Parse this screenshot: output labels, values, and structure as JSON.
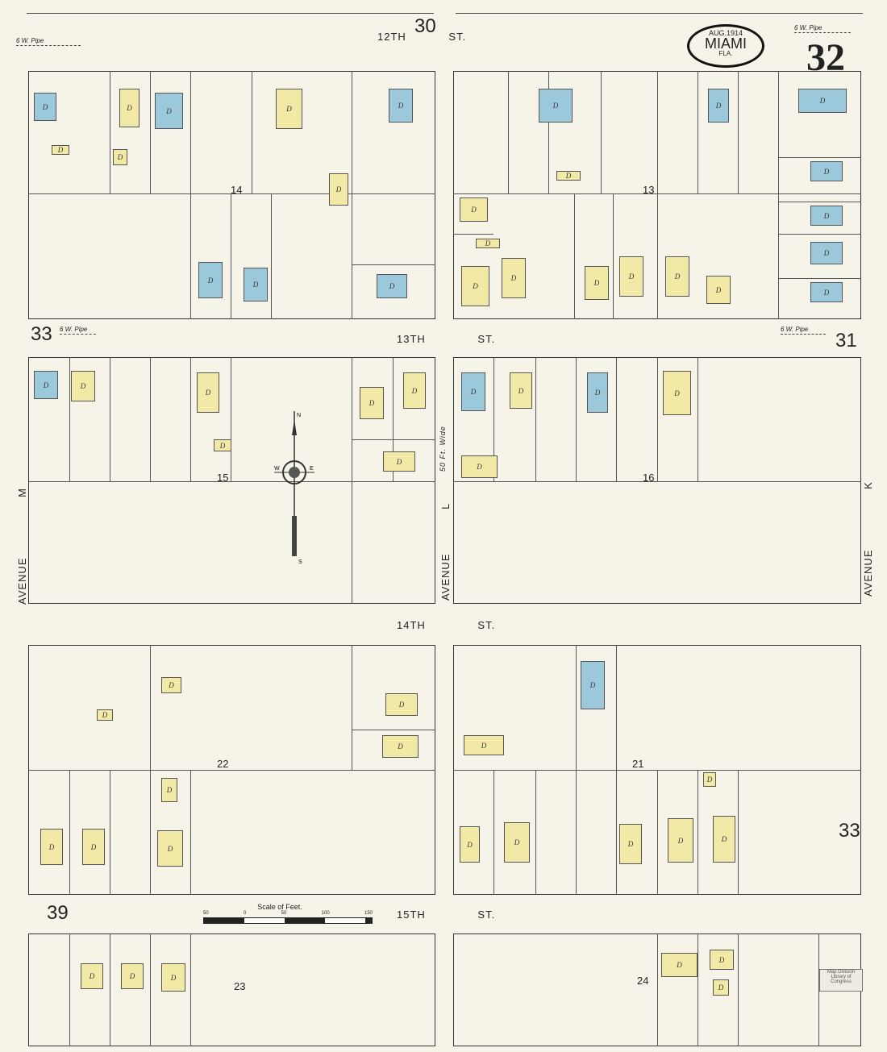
{
  "title": {
    "date": "AUG.1914",
    "city": "MIAMI",
    "state": "FLA.",
    "sheet_number": "32"
  },
  "streets": {
    "s12": "12TH ST.",
    "s13": "13TH ST.",
    "s14": "14TH ST.",
    "s15": "15TH ST.",
    "ave_m": "AVENUE M",
    "ave_l": "AVENUE L",
    "ave_k": "AVENUE K",
    "ave_l_width": "50 Ft. Wide"
  },
  "blocks": [
    "14",
    "13",
    "15",
    "16",
    "22",
    "21",
    "23",
    "24"
  ],
  "adjacent_sheets": {
    "top": "30",
    "left_upper": "33",
    "right_upper": "31",
    "right_lower": "33",
    "left_lower": "39"
  },
  "pipes": {
    "p1": "6 W. Pipe",
    "p2": "6 W. Pipe",
    "p3": "6 W. Pipe",
    "p4": "6 W. Pipe"
  },
  "scale": {
    "title": "Scale of Feet.",
    "ticks": [
      "50",
      "0",
      "50",
      "100",
      "150"
    ]
  },
  "compass": {
    "n": "N",
    "s": "S",
    "e": "E",
    "w": "W"
  },
  "stamp": "Map Division Library of Congress",
  "colors": {
    "frame_dwelling": "#f3e9a6",
    "brick_concrete": "#9cc8dc",
    "paper": "#f6f4e8"
  }
}
